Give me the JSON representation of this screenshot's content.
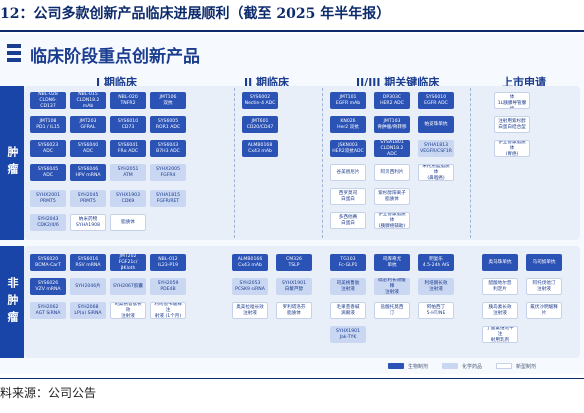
{
  "caption": "12：公司多款创新产品临床进展顺利（截至 2025 年半年报）",
  "panel_title": "临床阶段重点创新产品",
  "columns": {
    "phase1": "I 期临床",
    "phase2": "II 期临床",
    "phase23": "II/III 期关键临床",
    "filing": "上市申请"
  },
  "bands": {
    "tumor": "肿瘤",
    "nontumor": "非肿瘤"
  },
  "legend": {
    "bio": "生物制剂",
    "chem": "化学药品",
    "new": "新型制剂"
  },
  "colors": {
    "bio": "#2b52b5",
    "chem": "#c9d7f3",
    "new": "#ffffff",
    "accent": "#1b3d8f"
  },
  "source": "料来源：公司公告",
  "boxes": [
    {
      "t": "NBL-028\nCLDN6-CD137",
      "k": "bio"
    },
    {
      "t": "NBL-015\nCLDN18.2 mAb",
      "k": "bio"
    },
    {
      "t": "NBL-020\nTNFR2",
      "k": "bio"
    },
    {
      "t": "JMT106\n双抗",
      "k": "bio"
    },
    {
      "t": "JMT108\nPD1 / IL15",
      "k": "bio"
    },
    {
      "t": "JMT203\nGFRAL",
      "k": "bio"
    },
    {
      "t": "SYS6010\nCD73",
      "k": "bio"
    },
    {
      "t": "SYS6005\nROR1 ADC",
      "k": "bio"
    },
    {
      "t": "SYS6023\nADC",
      "k": "bio"
    },
    {
      "t": "SYS6040\nADC",
      "k": "bio"
    },
    {
      "t": "SYS6041\nFRα ADC",
      "k": "bio"
    },
    {
      "t": "SYS6043\nB7H3 ADC",
      "k": "bio"
    },
    {
      "t": "SYS6045\nADC",
      "k": "bio"
    },
    {
      "t": "SYS6046\nHPV mRNA",
      "k": "bio"
    },
    {
      "t": "SYH2051\nATM",
      "k": "chem"
    },
    {
      "t": "SYHX2005\nFGFR4",
      "k": "chem"
    },
    {
      "t": "SYHX2001\nPRMT5",
      "k": "chem"
    },
    {
      "t": "SYH2045\nPRMT5",
      "k": "chem"
    },
    {
      "t": "SYHX1903\nCDK9",
      "k": "chem"
    },
    {
      "t": "SYHA1815\nFGFR/RET",
      "k": "chem"
    },
    {
      "t": "SYH2043\nCDK2/4/6",
      "k": "chem"
    },
    {
      "t": "纳米药物\nSYHA1908",
      "k": "new"
    },
    {
      "t": "脂质体",
      "k": "new"
    },
    {
      "t": "SYS6002\nNectin-4 ADC",
      "k": "bio"
    },
    {
      "t": "JMT601\nCD20/CD47",
      "k": "bio"
    },
    {
      "t": "ALMB0168\nCx43 mAb",
      "k": "bio"
    },
    {
      "t": "JMT101\nEGFR mAb",
      "k": "bio"
    },
    {
      "t": "DP303C\nHER2 ADC",
      "k": "bio"
    },
    {
      "t": "SYS6010\nEGFR ADC",
      "k": "bio"
    },
    {
      "t": "KN026\nHer2 双抗",
      "k": "bio"
    },
    {
      "t": "JMT103\n骨肿瘤/骨转移",
      "k": "bio"
    },
    {
      "t": "帕妥珠单抗",
      "k": "bio"
    },
    {
      "t": "JSKN003\nHER2双抗ADC",
      "k": "bio"
    },
    {
      "t": "SYSA1801\nCLDN18.2 ADC",
      "k": "bio"
    },
    {
      "t": "SYHA1813\nVEGFR/CSF1R",
      "k": "chem"
    },
    {
      "t": "谷美替尼片",
      "k": "new"
    },
    {
      "t": "阿贝西利片",
      "k": "new"
    },
    {
      "t": "米托蒽醌脂质体\n(鼻咽癌)",
      "k": "new"
    },
    {
      "t": "西罗莫司\n白蛋白",
      "k": "new"
    },
    {
      "t": "紫杉醇阳离子\n脂质体",
      "k": "new"
    },
    {
      "t": "多西他赛\n白蛋白",
      "k": "new"
    },
    {
      "t": "伊立替康脂质体\n(胰腺癌辅助)",
      "k": "new"
    },
    {
      "t": "伊立替康脂质体\n1L胰腺导管腺癌",
      "k": "new"
    },
    {
      "t": "注射用紫杉醇\n白蛋白结合型",
      "k": "new"
    },
    {
      "t": "伊立替康脂质体\n(胃癌)",
      "k": "new"
    },
    {
      "t": "SYS6020\nBCMA-CarT",
      "k": "bio"
    },
    {
      "t": "SYS6016\nRSV mRNA",
      "k": "bio"
    },
    {
      "t": "JMT202\nFGF21c/βKloth",
      "k": "bio"
    },
    {
      "t": "NBL-012\nIL23-P19",
      "k": "bio"
    },
    {
      "t": "SYS6026\nVZV mRNA",
      "k": "bio"
    },
    {
      "t": "SYH2046片",
      "k": "chem"
    },
    {
      "t": "SYH2067胶囊",
      "k": "chem"
    },
    {
      "t": "SYH2059\nPDE4B",
      "k": "chem"
    },
    {
      "t": "SYH2062\nAGT SiRNA",
      "k": "chem"
    },
    {
      "t": "SYH2068\nLP(a) SiRNA",
      "k": "chem"
    },
    {
      "t": "司美格鲁肽长效\n注射液",
      "k": "new"
    },
    {
      "t": "利司他韦缓释注\n射液 (1个月)",
      "k": "new"
    },
    {
      "t": "ALMB0166\nCx43 mAb",
      "k": "bio"
    },
    {
      "t": "CM326\nTSLP",
      "k": "bio"
    },
    {
      "t": "SYH2053\nPCSK9 siRNA",
      "k": "chem"
    },
    {
      "t": "SYHX1901\n白藜芦醇",
      "k": "chem"
    },
    {
      "t": "奥美拉唑长效\n注射液",
      "k": "new"
    },
    {
      "t": "罗利塔洛芬\n脂质体",
      "k": "new"
    },
    {
      "t": "TG103\nFc-GLP1",
      "k": "bio"
    },
    {
      "t": "司库奇尤\n单抗",
      "k": "bio"
    },
    {
      "t": "明复乐\n4.5-24h AIS",
      "k": "bio"
    },
    {
      "t": "司美格鲁肽\n注射液",
      "k": "chem"
    },
    {
      "t": "硫必利长效缓释\n注射液",
      "k": "chem"
    },
    {
      "t": "利培酮长效\n注射液",
      "k": "chem"
    },
    {
      "t": "毛果芸香碱\n滴眼液",
      "k": "new"
    },
    {
      "t": "盐酸托莫西\n汀",
      "k": "new"
    },
    {
      "t": "阿帕西丁\n5-HT/NE",
      "k": "new"
    },
    {
      "t": "SYHX1901\nJak-TYK",
      "k": "chem"
    },
    {
      "t": "奥马珠单抗",
      "k": "bio"
    },
    {
      "t": "乌司奴单抗",
      "k": "bio"
    },
    {
      "t": "醋酸地尔普\n利定片",
      "k": "new"
    },
    {
      "t": "阿托伐他汀\n注射液",
      "k": "new"
    },
    {
      "t": "胰岛素长效\n注射液",
      "k": "new"
    },
    {
      "t": "氟伏沙明缓释\n片",
      "k": "new"
    },
    {
      "t": "丁酸氯维地平注\n射用乳剂",
      "k": "new"
    }
  ]
}
